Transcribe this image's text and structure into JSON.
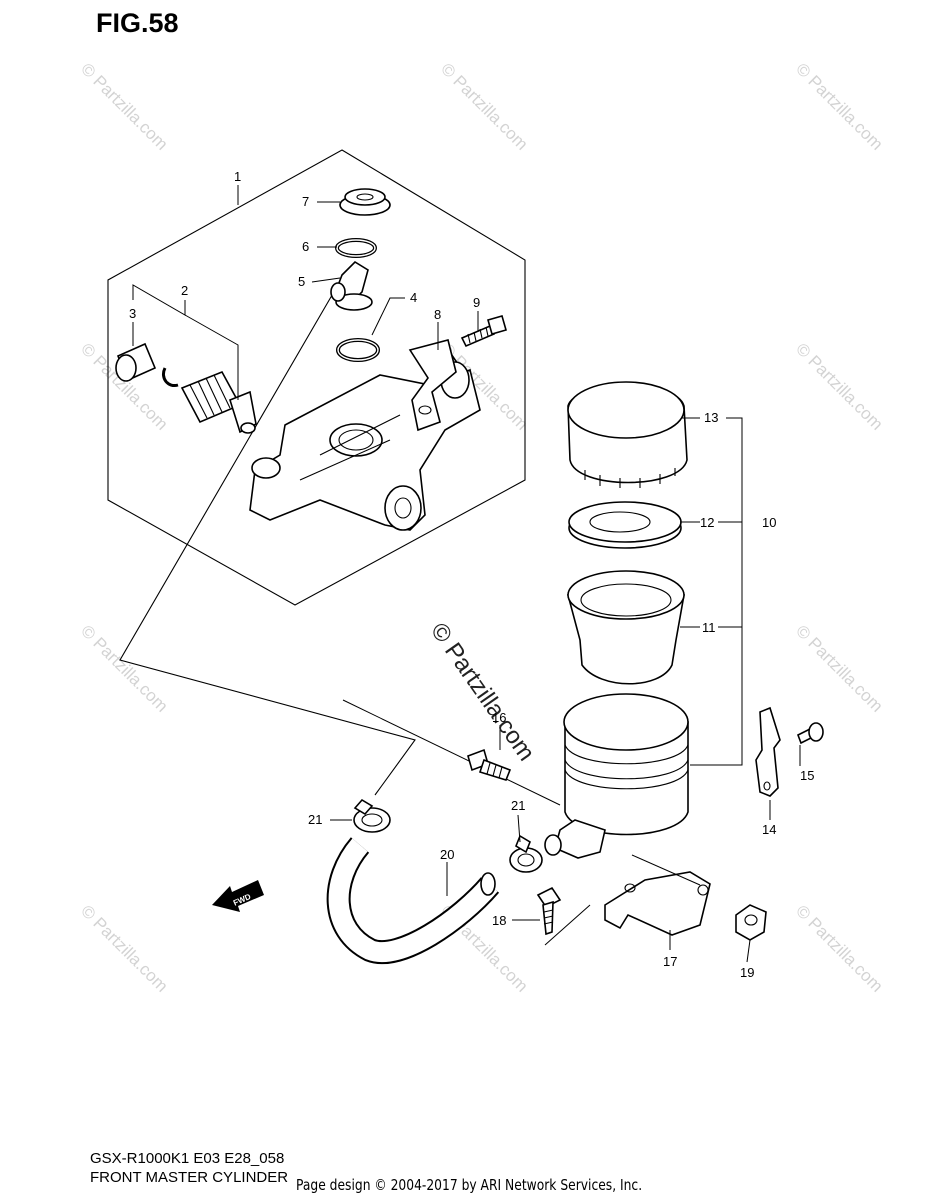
{
  "figure": {
    "title": "FIG.58",
    "model_code": "GSX-R1000K1 E03 E28_058",
    "section_name": "FRONT MASTER CYLINDER",
    "copyright": "Page design © 2004-2017 by ARI Network Services, Inc."
  },
  "watermark": {
    "text": "© Partzilla.com",
    "main_text": "© Partzilla.com"
  },
  "direction_arrow": {
    "label": "FWD"
  },
  "callouts": {
    "c1": "1",
    "c2": "2",
    "c3": "3",
    "c4": "4",
    "c5": "5",
    "c6": "6",
    "c7": "7",
    "c8": "8",
    "c9": "9",
    "c10": "10",
    "c11": "11",
    "c12": "12",
    "c13": "13",
    "c14": "14",
    "c15": "15",
    "c16": "16",
    "c17": "17",
    "c18": "18",
    "c19": "19",
    "c20": "20",
    "c21a": "21",
    "c21b": "21"
  }
}
